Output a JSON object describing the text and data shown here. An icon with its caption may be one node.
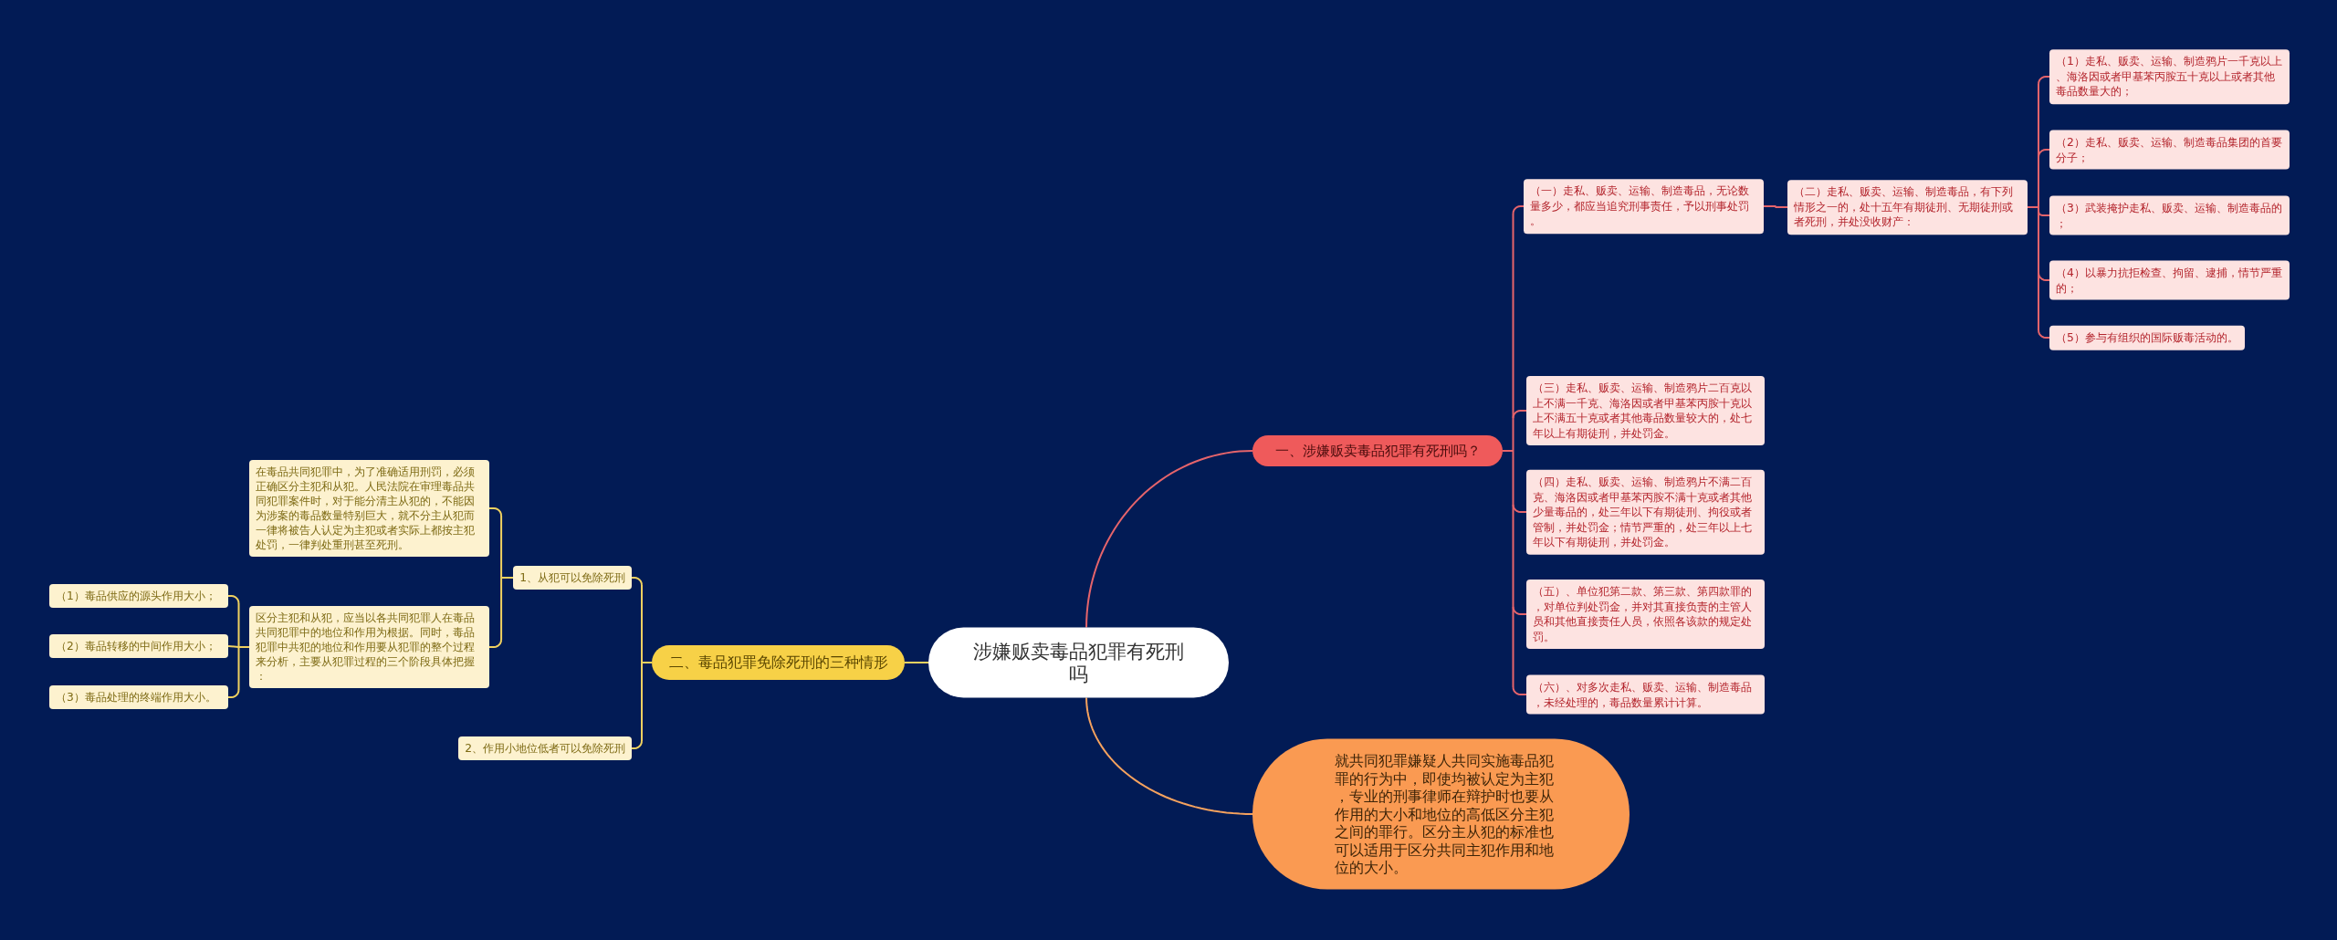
{
  "diagram": {
    "nodes": [
      {
        "text": [
          "涉嫌贩卖毒品犯罪有死刑吗"
        ]
      },
      {
        "text": [
          "一、涉嫌贩卖毒品犯罪有死刑吗？"
        ]
      },
      {
        "text": [
          "（一）走私、贩卖、运输、制造毒品，无论数量多少，都应当追究刑事责任，予以刑事处罚。"
        ]
      },
      {
        "text": [
          "（二）走私、贩卖、运输、制造毒品，有下列情形之一的，处十五年有期徒刑、无期徒刑或者死刑，并处没收财产："
        ]
      },
      {
        "text": [
          "（1）走私、贩卖、运输、制造鸦片一千克以上、海洛因或者甲基苯丙胺五十克以上或者其他毒品数量大的；"
        ]
      },
      {
        "text": [
          "（2）走私、贩卖、运输、制造毒品集团的首要分子；"
        ]
      },
      {
        "text": [
          "（3）武装掩护走私、贩卖、运输、制造毒品的；"
        ]
      },
      {
        "text": [
          "（4）以暴力抗拒检查、拘留、逮捕，情节严重的；"
        ]
      },
      {
        "text": [
          "（5）参与有组织的国际贩毒活动的。"
        ]
      },
      {
        "text": [
          "（三）走私、贩卖、运输、制造鸦片二百克以上不满一千克、海洛因或者甲基苯丙胺十克以上不满五十克或者其他毒品数量较大的，处七年以上有期徒刑，并处罚金。"
        ]
      },
      {
        "text": [
          "（四）走私、贩卖、运输、制造鸦片不满二百克、海洛因或者甲基苯丙胺不满十克或者其他少量毒品的，处三年以下有期徒刑、拘役或者管制，并处罚金；情节严重的，处三年以上七年以下有期徒刑，并处罚金。"
        ]
      },
      {
        "text": [
          "（五）、单位犯第二款、第三款、第四款罪的，对单位判处罚金，并对其直接负责的主管人员和其他直接责任人员，依照各该款的规定处罚。"
        ]
      },
      {
        "text": [
          "（六）、对多次走私、贩卖、运输、制造毒品，未经处理的，毒品数量累计计算。"
        ]
      },
      {
        "text": [
          "就共同犯罪嫌疑人共同实施毒品犯罪的行为中，即使均被认定为主犯，专业的刑事律师在辩护时也要从作用的大小和地位的高低区分主犯之间的罪行。区分主从犯的标准也可以适用于区分共同主犯作用和地位的大小。"
        ]
      },
      {
        "text": [
          "二、毒品犯罪免除死刑的三种情形"
        ]
      },
      {
        "text": [
          "1、从犯可以免除死刑"
        ]
      },
      {
        "text": [
          "在毒品共同犯罪中，为了准确适用刑罚，必须正确区分主犯和从犯。人民法院在审理毒品共同犯罪案件时，对于能分清主从犯的，不能因为涉案的毒品数量特别巨大，就不分主从犯而一律将被告人认定为主犯或者实际上都按主犯处罚，一律判处重刑甚至死刑。"
        ]
      },
      {
        "text": [
          "区分主犯和从犯，应当以各共同犯罪人在毒品共同犯罪中的地位和作用为根据。同时，毒品犯罪中共犯的地位和作用要从犯罪的整个过程来分析，主要从犯罪过程的三个阶段具体把握："
        ]
      },
      {
        "text": [
          "（1）毒品供应的源头作用大小；"
        ]
      },
      {
        "text": [
          "（2）毒品转移的中间作用大小；"
        ]
      },
      {
        "text": [
          "（3）毒品处理的终端作用大小。"
        ]
      },
      {
        "text": [
          "2、作用小地位低者可以免除死刑"
        ]
      }
    ],
    "edges": [
      {
        "from": 0,
        "to": 1,
        "arrow": "none"
      },
      {
        "from": 1,
        "to": 2,
        "arrow": "none"
      },
      {
        "from": 2,
        "to": 3,
        "arrow": "none"
      },
      {
        "from": 3,
        "to": 4,
        "arrow": "none"
      },
      {
        "from": 3,
        "to": 5,
        "arrow": "none"
      },
      {
        "from": 3,
        "to": 6,
        "arrow": "none"
      },
      {
        "from": 3,
        "to": 7,
        "arrow": "none"
      },
      {
        "from": 3,
        "to": 8,
        "arrow": "none"
      },
      {
        "from": 1,
        "to": 9,
        "arrow": "none"
      },
      {
        "from": 1,
        "to": 10,
        "arrow": "none"
      },
      {
        "from": 1,
        "to": 11,
        "arrow": "none"
      },
      {
        "from": 1,
        "to": 12,
        "arrow": "none"
      },
      {
        "from": 0,
        "to": 13,
        "arrow": "none",
        "color": "#f5a25e"
      },
      {
        "from": 0,
        "to": 14,
        "arrow": "none",
        "color": "#f0d160"
      },
      {
        "from": 14,
        "to": 15,
        "arrow": "none",
        "color": "#f0d160"
      },
      {
        "from": 14,
        "to": 21,
        "arrow": "none",
        "color": "#f0d160"
      },
      {
        "from": 15,
        "to": 16,
        "arrow": "none",
        "color": "#f0d160"
      },
      {
        "from": 15,
        "to": 17,
        "arrow": "none",
        "color": "#f0d160"
      },
      {
        "from": 17,
        "to": 18,
        "arrow": "none",
        "color": "#f0d160"
      },
      {
        "from": 17,
        "to": 19,
        "arrow": "none",
        "color": "#f0d160"
      },
      {
        "from": 17,
        "to": 20,
        "arrow": "none",
        "color": "#f0d160"
      }
    ]
  }
}
